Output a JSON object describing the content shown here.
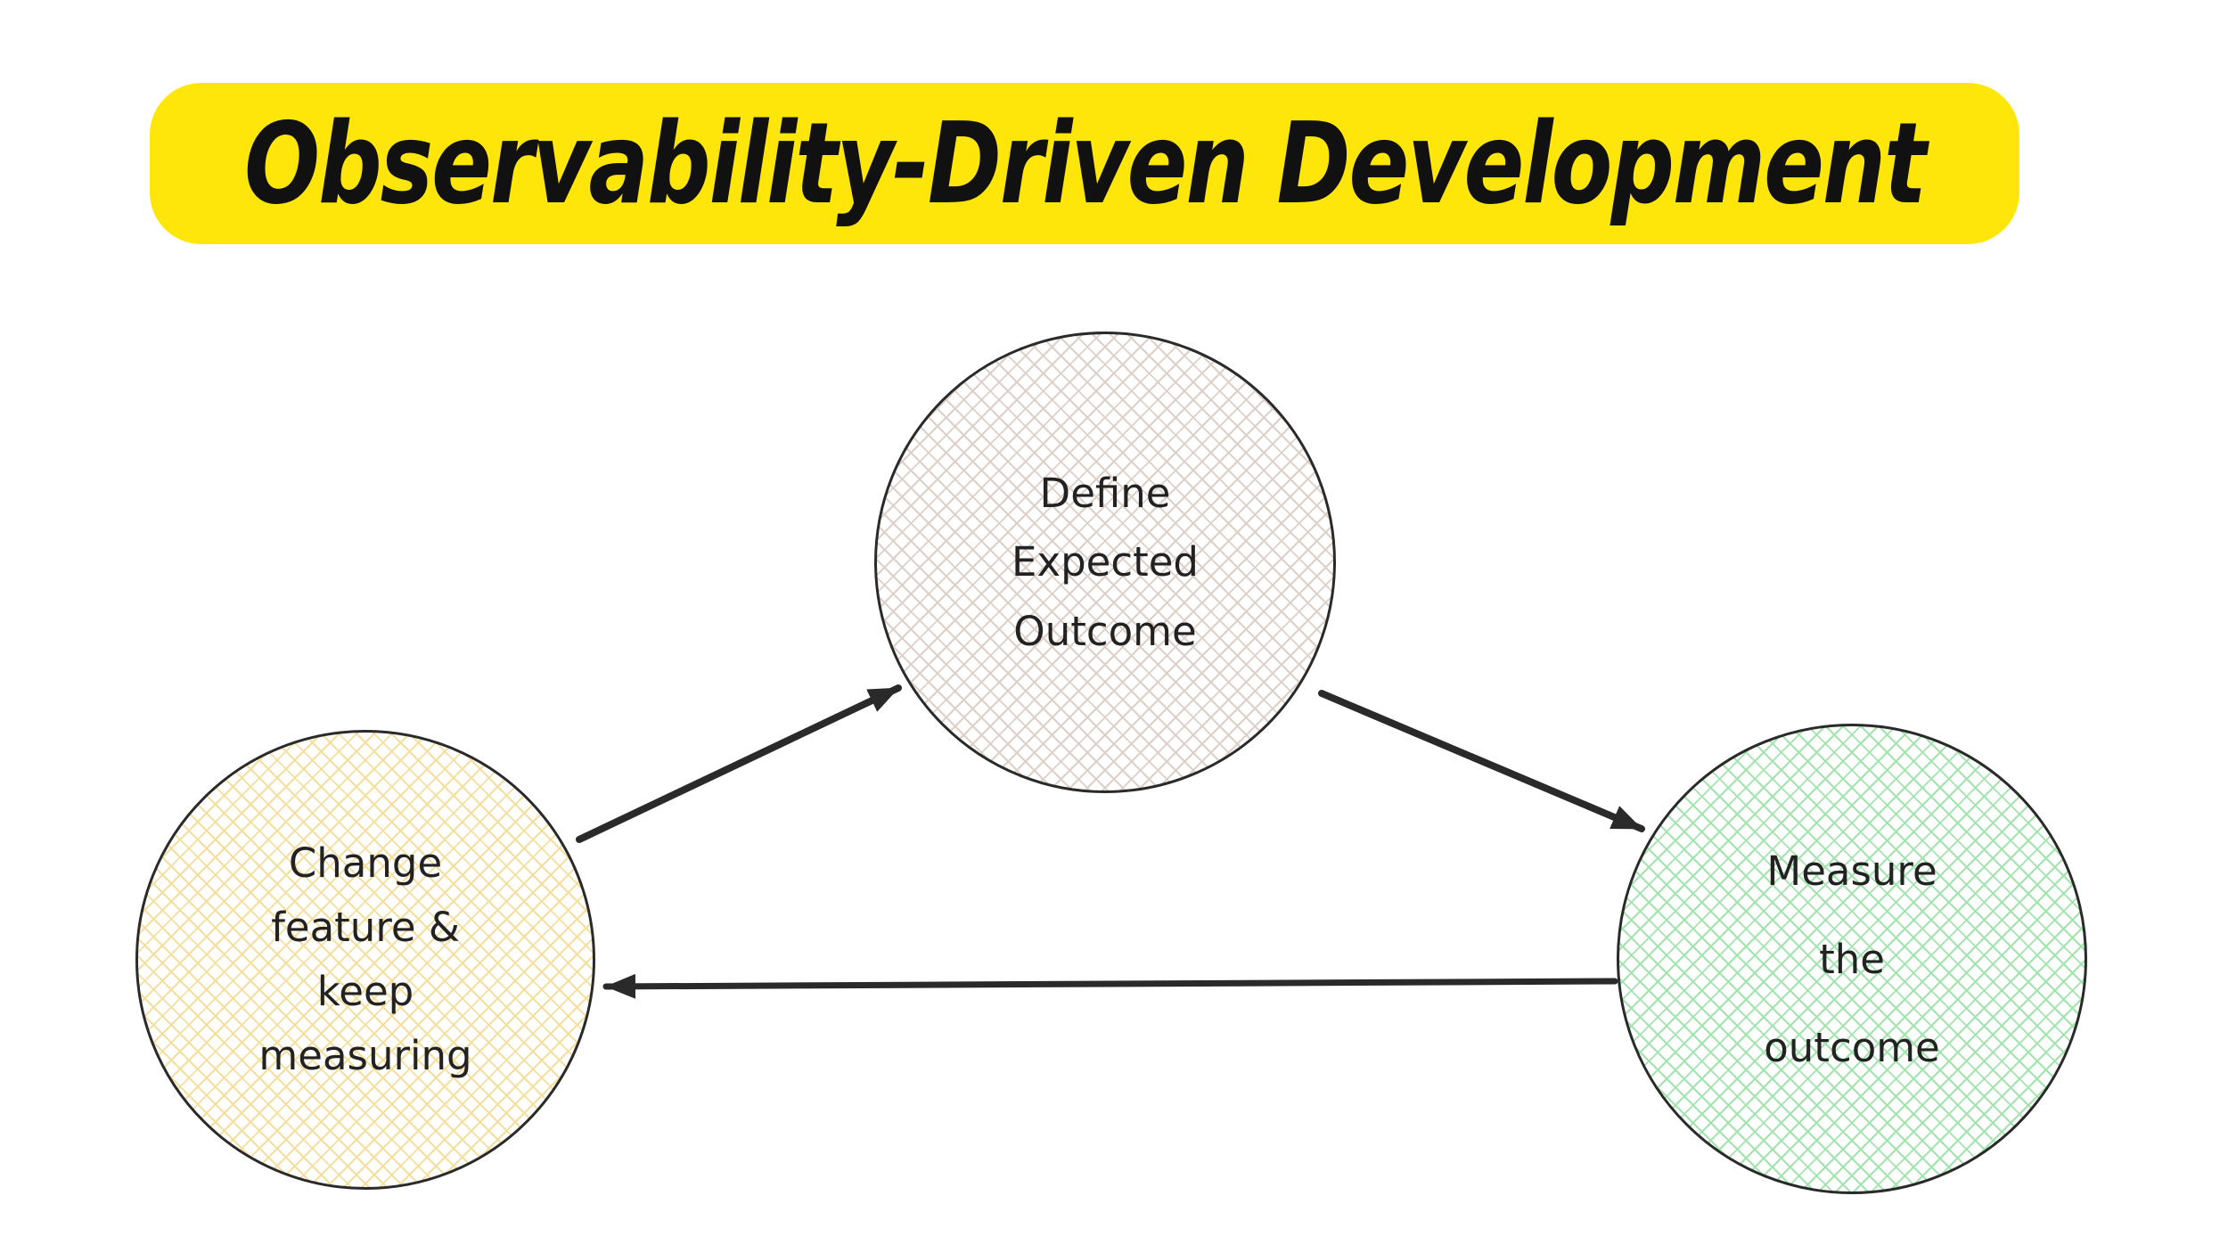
{
  "title": "Observability-Driven Development",
  "colors": {
    "title_bg": "#ffe60a",
    "ink": "#111111",
    "outline": "#2a2a2a",
    "node_define_hatch": "#ddd0c8",
    "node_change_hatch": "#f4df9e",
    "node_measure_hatch": "#a2e3ae"
  },
  "nodes": [
    {
      "id": "define-expected-outcome",
      "label": "Define\nExpected\nOutcome"
    },
    {
      "id": "change-feature-keep-measuring",
      "label": "Change\nfeature &\nkeep\nmeasuring"
    },
    {
      "id": "measure-the-outcome",
      "label": "Measure\nthe\noutcome"
    }
  ],
  "edges": [
    {
      "from": "change-feature-keep-measuring",
      "to": "define-expected-outcome"
    },
    {
      "from": "define-expected-outcome",
      "to": "measure-the-outcome"
    },
    {
      "from": "measure-the-outcome",
      "to": "change-feature-keep-measuring"
    }
  ]
}
